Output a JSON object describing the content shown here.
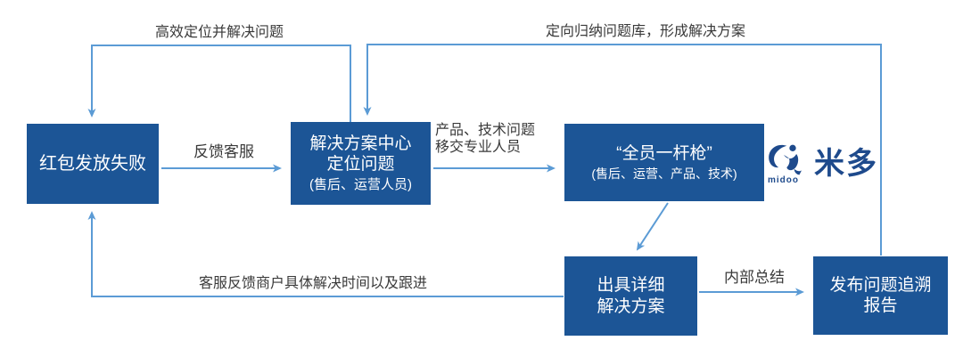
{
  "colors": {
    "box_fill": "#1C5596",
    "box_text": "#FFFFFF",
    "arrow": "#5B9BD5",
    "label_text": "#3A3A3A",
    "logo": "#1E4A8C",
    "background": "#FFFFFF"
  },
  "nodes": {
    "fail": {
      "title": "红包发放失败"
    },
    "center": {
      "title_line1": "解决方案中心",
      "title_line2": "定位问题",
      "subtitle": "(售后、运营人员)"
    },
    "allhands": {
      "title": "“全员一杆枪”",
      "subtitle": "(售后、运营、产品、技术)"
    },
    "solution": {
      "title_line1": "出具详细",
      "title_line2": "解决方案"
    },
    "report": {
      "title_line1": "发布问题追溯",
      "title_line2": "报告"
    }
  },
  "edge_labels": {
    "feedback": "反馈客服",
    "transfer_line1": "产品、技术问题",
    "transfer_line2": "移交专业人员",
    "internal_summary": "内部总结",
    "top_left": "高效定位并解决问题",
    "top_right": "定向归纳问题库，形成解决方案",
    "bottom": "客服反馈商户具体解决时间以及跟进"
  },
  "logo": {
    "latin": "midoo",
    "chinese": "米多"
  }
}
